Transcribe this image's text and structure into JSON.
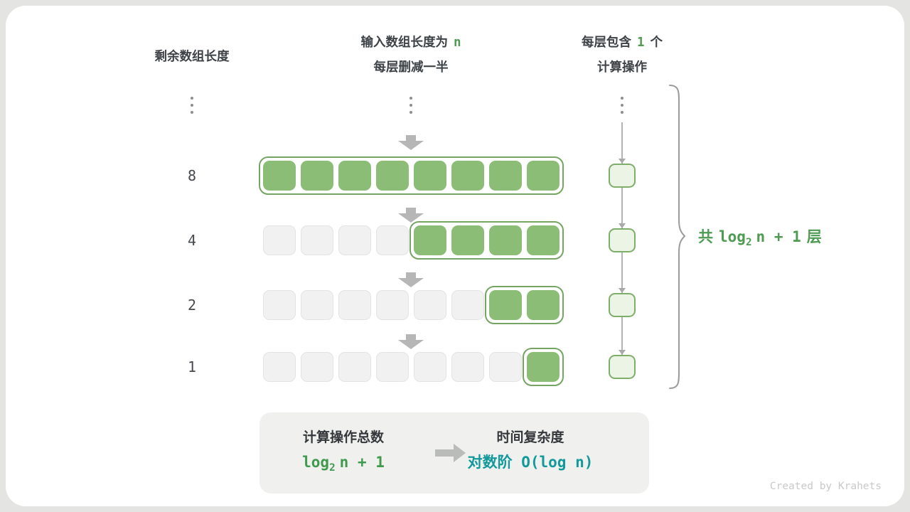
{
  "headers": {
    "left": "剩余数组长度",
    "center_prefix": "输入数组长度为",
    "center_highlight": "n",
    "center_line2": "每层删减一半",
    "right_prefix": "每层包含",
    "right_highlight": "1",
    "right_suffix": "个",
    "right_line2": "计算操作"
  },
  "diagram": {
    "rows": [
      {
        "label": "8",
        "cells": 8,
        "active": 8
      },
      {
        "label": "4",
        "cells": 8,
        "active": 4
      },
      {
        "label": "2",
        "cells": 8,
        "active": 2
      },
      {
        "label": "1",
        "cells": 8,
        "active": 1
      }
    ]
  },
  "brace": {
    "prefix": "共",
    "base": "log",
    "sub": "2",
    "rest": "n + 1",
    "suffix": "层"
  },
  "summary": {
    "left_title": "计算操作总数",
    "formula_base": "log",
    "formula_sub": "2",
    "formula_rest": "n + 1",
    "right_title": "时间复杂度",
    "right_formula": "对数阶 O(log n)"
  },
  "watermark": "Created by Krahets",
  "colors": {
    "accent_green": "#4e9b52",
    "cell_green": "#8bbd76",
    "group_border": "#76a563",
    "empty_cell": "#f1f1f2",
    "op_box_fill": "#ecf4e6",
    "op_box_border": "#7fad6a",
    "arrow_gray": "#b5b6b5",
    "teal": "#12999c",
    "text_dark": "#3d4247"
  }
}
